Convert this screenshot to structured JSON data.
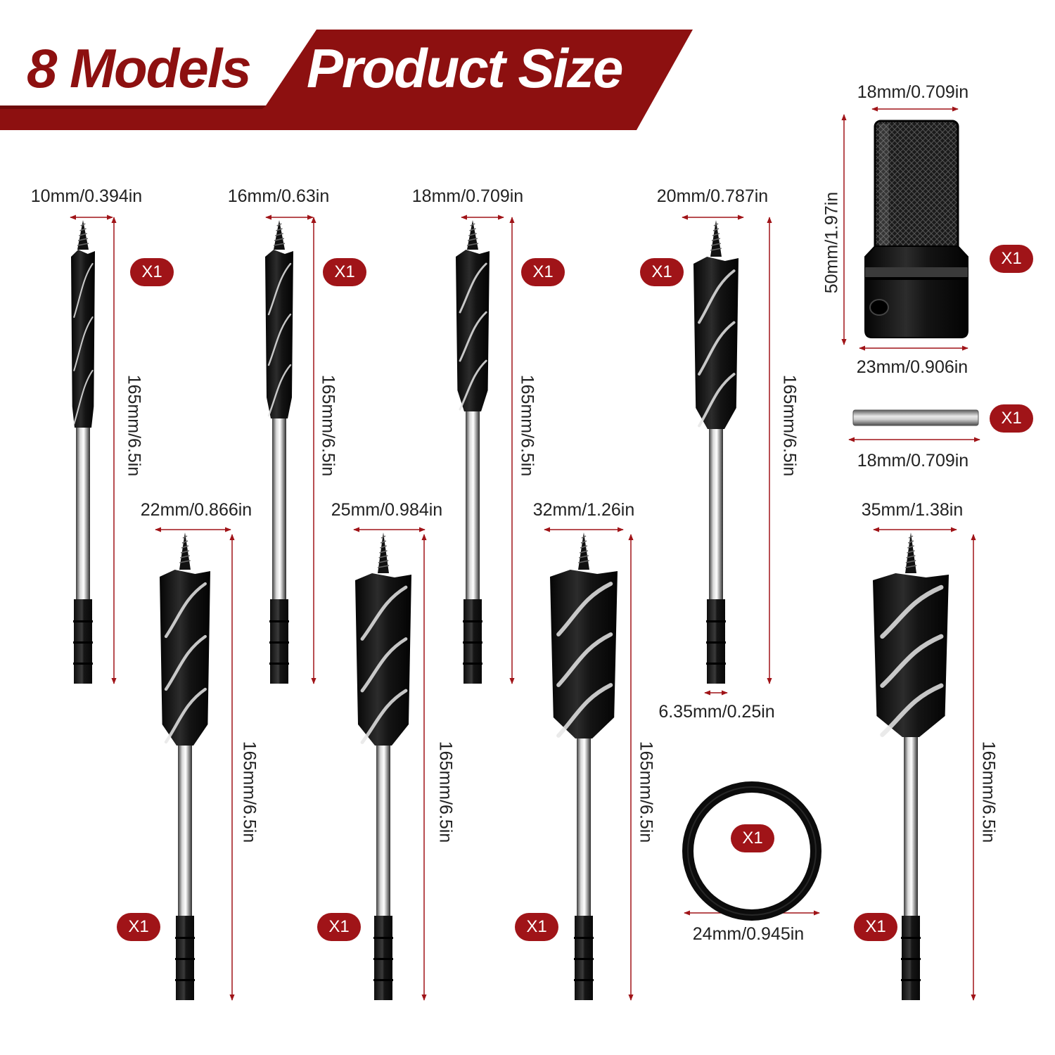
{
  "banner": {
    "models_text": "8 Models",
    "title_text": "Product Size",
    "accent_color": "#8d1010"
  },
  "drill_bits": [
    {
      "diameter": "10mm/0.394in",
      "length": "165mm/6.5in",
      "quantity": "X1"
    },
    {
      "diameter": "16mm/0.63in",
      "length": "165mm/6.5in",
      "quantity": "X1"
    },
    {
      "diameter": "18mm/0.709in",
      "length": "165mm/6.5in",
      "quantity": "X1"
    },
    {
      "diameter": "20mm/0.787in",
      "length": "165mm/6.5in",
      "quantity": "X1",
      "shank": "6.35mm/0.25in"
    },
    {
      "diameter": "22mm/0.866in",
      "length": "165mm/6.5in",
      "quantity": "X1"
    },
    {
      "diameter": "25mm/0.984in",
      "length": "165mm/6.5in",
      "quantity": "X1"
    },
    {
      "diameter": "32mm/1.26in",
      "length": "165mm/6.5in",
      "quantity": "X1"
    },
    {
      "diameter": "35mm/1.38in",
      "length": "165mm/6.5in",
      "quantity": "X1"
    }
  ],
  "adapter": {
    "top_width": "18mm/0.709in",
    "height": "50mm/1.97in",
    "bottom_width": "23mm/0.906in",
    "quantity": "X1"
  },
  "pin": {
    "length": "18mm/0.709in",
    "quantity": "X1"
  },
  "o_ring": {
    "diameter": "24mm/0.945in",
    "quantity": "X1"
  }
}
